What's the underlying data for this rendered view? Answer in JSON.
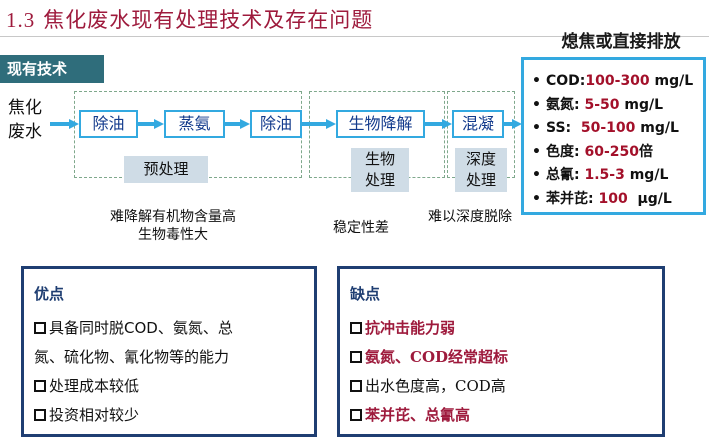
{
  "title": {
    "number": "1.3",
    "text": "焦化废水现有处理技术及存在问题"
  },
  "section_label": "现有技术",
  "raw_water": "焦化废水",
  "process_steps": [
    {
      "id": "oil1",
      "label": "除油"
    },
    {
      "id": "steam",
      "label": "蒸氨"
    },
    {
      "id": "oil2",
      "label": "除油"
    },
    {
      "id": "bio",
      "label": "生物降解"
    },
    {
      "id": "coag",
      "label": "混凝"
    }
  ],
  "stage_labels": {
    "pre": "预处理",
    "bio": [
      "生物",
      "处理"
    ],
    "deep": [
      "深度",
      "处理"
    ]
  },
  "notes": {
    "pre": [
      "难降解有机物含量高",
      "生物毒性大"
    ],
    "bio": "稳定性差",
    "deep": "难以深度脱除"
  },
  "discharge": {
    "title": "熄焦或直接排放",
    "rows": [
      {
        "label": "COD:",
        "value": "100-300",
        "unit": " mg/L"
      },
      {
        "label": "氨氮: ",
        "value": "5-50",
        "unit": " mg/L"
      },
      {
        "label": "SS:  ",
        "value": "50-100",
        "unit": " mg/L"
      },
      {
        "label": "色度: ",
        "value": "60-250",
        "unit": "倍"
      },
      {
        "label": "总氰: ",
        "value": "1.5-3",
        "unit": " mg/L"
      },
      {
        "label": "苯并芘: ",
        "value": "100",
        "unit": "  μg/L"
      }
    ],
    "bullet": "•"
  },
  "advantages": {
    "title": "优点",
    "items": [
      "具备同时脱COD、氨氮、总",
      "氮、硫化物、氰化物等的能力",
      "处理成本较低",
      "投资相对较少"
    ]
  },
  "disadvantages": {
    "title": "缺点",
    "items": [
      "抗冲击能力弱",
      "氨氮、COD经常超标",
      "出水色度高，COD高",
      "苯并芘、总氰高"
    ]
  },
  "colors": {
    "accent_blue": "#33a9e0",
    "title_red": "#9e1a3c",
    "value_red": "#a3102a",
    "panel_navy": "#1f3e72",
    "label_teal": "#2f6d7b",
    "stage_grey": "#cfdce6"
  }
}
